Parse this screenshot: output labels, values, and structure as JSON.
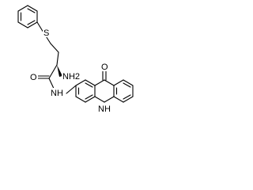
{
  "atoms": {
    "sulfur": "S",
    "amino": "NH2",
    "carbonyl_oxygen": "O",
    "amide_nitrogen": "NH",
    "ketone_oxygen": "O",
    "ring_nitrogen": "NH"
  },
  "stereocenter": "wedge"
}
